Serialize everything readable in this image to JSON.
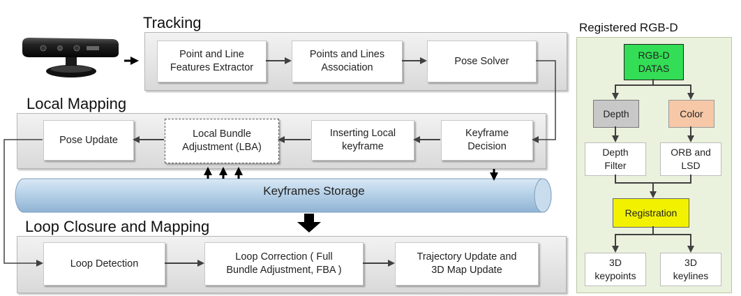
{
  "tracking": {
    "title": "Tracking",
    "boxes": [
      "Point and Line\nFeatures Extractor",
      "Points and Lines\nAssociation",
      "Pose Solver"
    ]
  },
  "local_mapping": {
    "title": "Local Mapping",
    "boxes": [
      "Pose Update",
      "Local Bundle\nAdjustment (LBA)",
      "Inserting Local\nkeyframe",
      "Keyframe\nDecision"
    ]
  },
  "keyframes_storage": "Keyframes Storage",
  "loop_closure": {
    "title": "Loop Closure and  Mapping",
    "boxes": [
      "Loop Detection",
      "Loop Correction ( Full\nBundle Adjustment, FBA )",
      "Trajectory Update and\n3D Map Update"
    ]
  },
  "registered": {
    "title": "Registered RGB-D",
    "rgbd": "RGB-D\nDATAS",
    "depth": "Depth",
    "color": "Color",
    "depth_filter": "Depth\nFilter",
    "orb_lsd": "ORB and\nLSD",
    "registration": "Registration",
    "keypoints": "3D\nkeypoints",
    "keylines": "3D\nkeylines",
    "colors": {
      "rgbd": "#33dd55",
      "depth": "#c8c8c8",
      "color": "#f6c8a8",
      "registration": "#f2f200",
      "panel": "#eaf1dd"
    }
  },
  "icons": [
    "kinect-camera-icon"
  ]
}
